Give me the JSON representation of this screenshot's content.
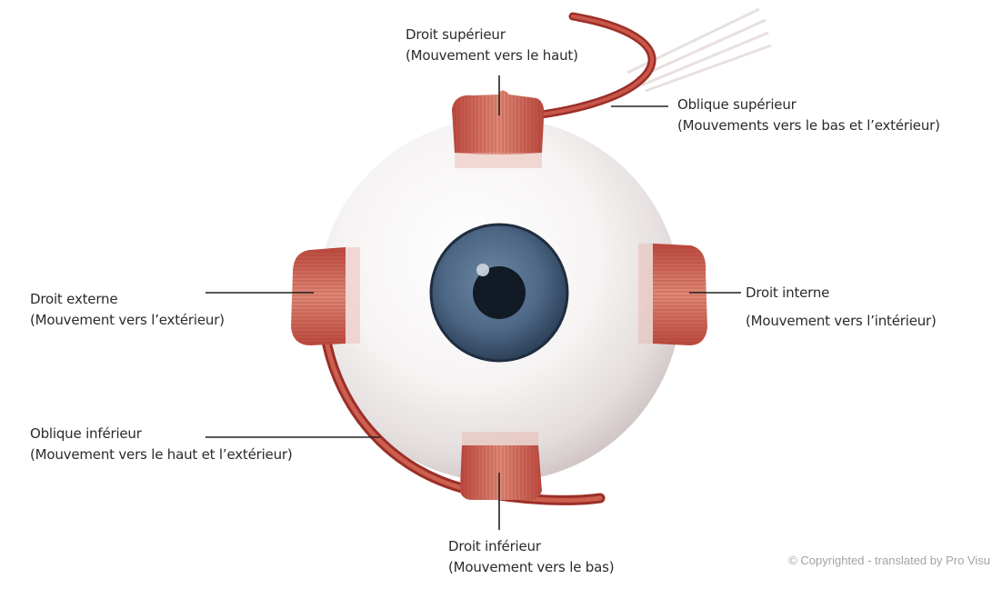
{
  "labels": {
    "superior_rectus": {
      "name": "Droit supérieur",
      "action": "(Mouvement vers le haut)"
    },
    "superior_oblique": {
      "name": "Oblique supérieur",
      "action": "(Mouvements vers le bas et l’extérieur)"
    },
    "lateral_rectus": {
      "name": "Droit externe",
      "action": "(Mouvement vers l’extérieur)"
    },
    "medial_rectus": {
      "name": "Droit interne",
      "action": "(Mouvement vers l’intérieur)"
    },
    "inferior_oblique": {
      "name": "Oblique inférieur",
      "action": "(Mouvement vers le haut et l’extérieur)"
    },
    "inferior_rectus": {
      "name": "Droit inférieur",
      "action": "(Mouvement vers le bas)"
    }
  },
  "copyright": "© Copyrighted - translated by Pro Visu",
  "colors": {
    "sclera": "#f1eeee",
    "muscle": "#cf6a58",
    "muscle_dark": "#9b2f28",
    "iris": "#4f6c8b",
    "pupil": "#121a25",
    "leader_line": "#222222"
  }
}
